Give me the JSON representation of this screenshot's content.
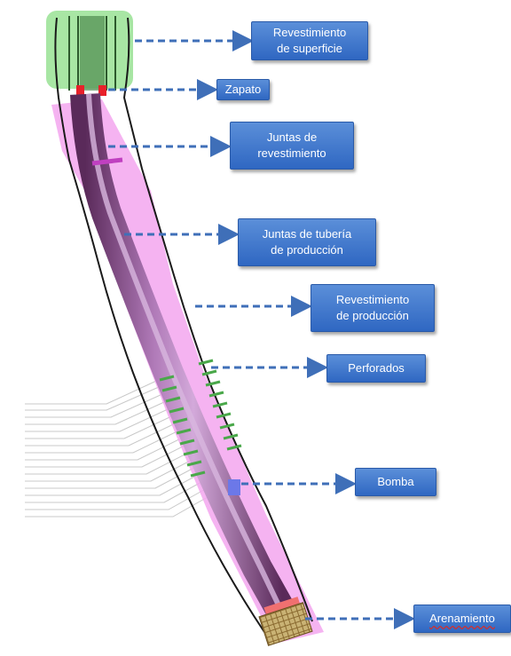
{
  "colors": {
    "label_fill": "#3a74cf",
    "arrow": "#3f6fb8",
    "surface_zone": "#9ee39a",
    "well_zone": "#f3a6ee",
    "casing": "#8e4a8e",
    "tubing_joint": "#c6a0d0",
    "shoe": "#e8202a",
    "perforations": "#4aa84a",
    "pump": "#6c78e8",
    "sand": "#c9b274",
    "formation_lines": "#c8c8c8"
  },
  "labels": {
    "surface_casing": "Revestimiento\nde superficie",
    "shoe": "Zapato",
    "casing_joints": "Juntas de\nrevestimiento",
    "tubing_joints": "Juntas de tubería\nde producción",
    "production_casing": "Revestimiento\nde producción",
    "perforations": "Perforados",
    "pump": "Bomba",
    "sand_fill": "Arenamiento"
  }
}
